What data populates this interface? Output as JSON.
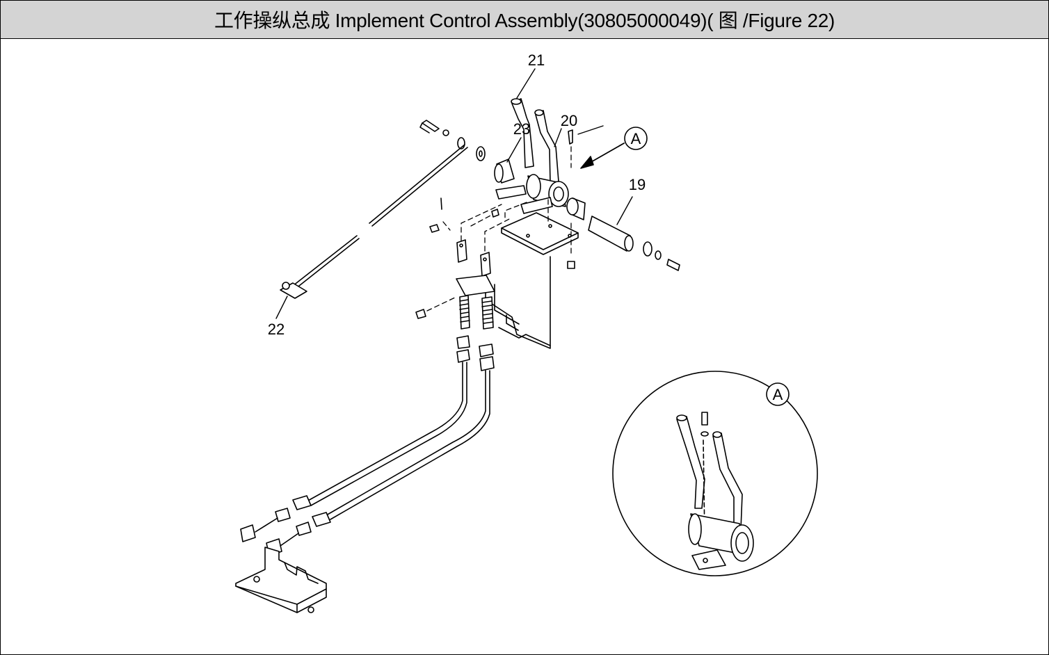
{
  "title": "工作操纵总成 Implement Control Assembly(30805000049)(  图  /Figure 22)",
  "callouts": {
    "c19": "19",
    "c20": "20",
    "c21": "21",
    "c22": "22",
    "c23": "23"
  },
  "detail_markers": {
    "main_view": "A",
    "detail_view": "A"
  }
}
